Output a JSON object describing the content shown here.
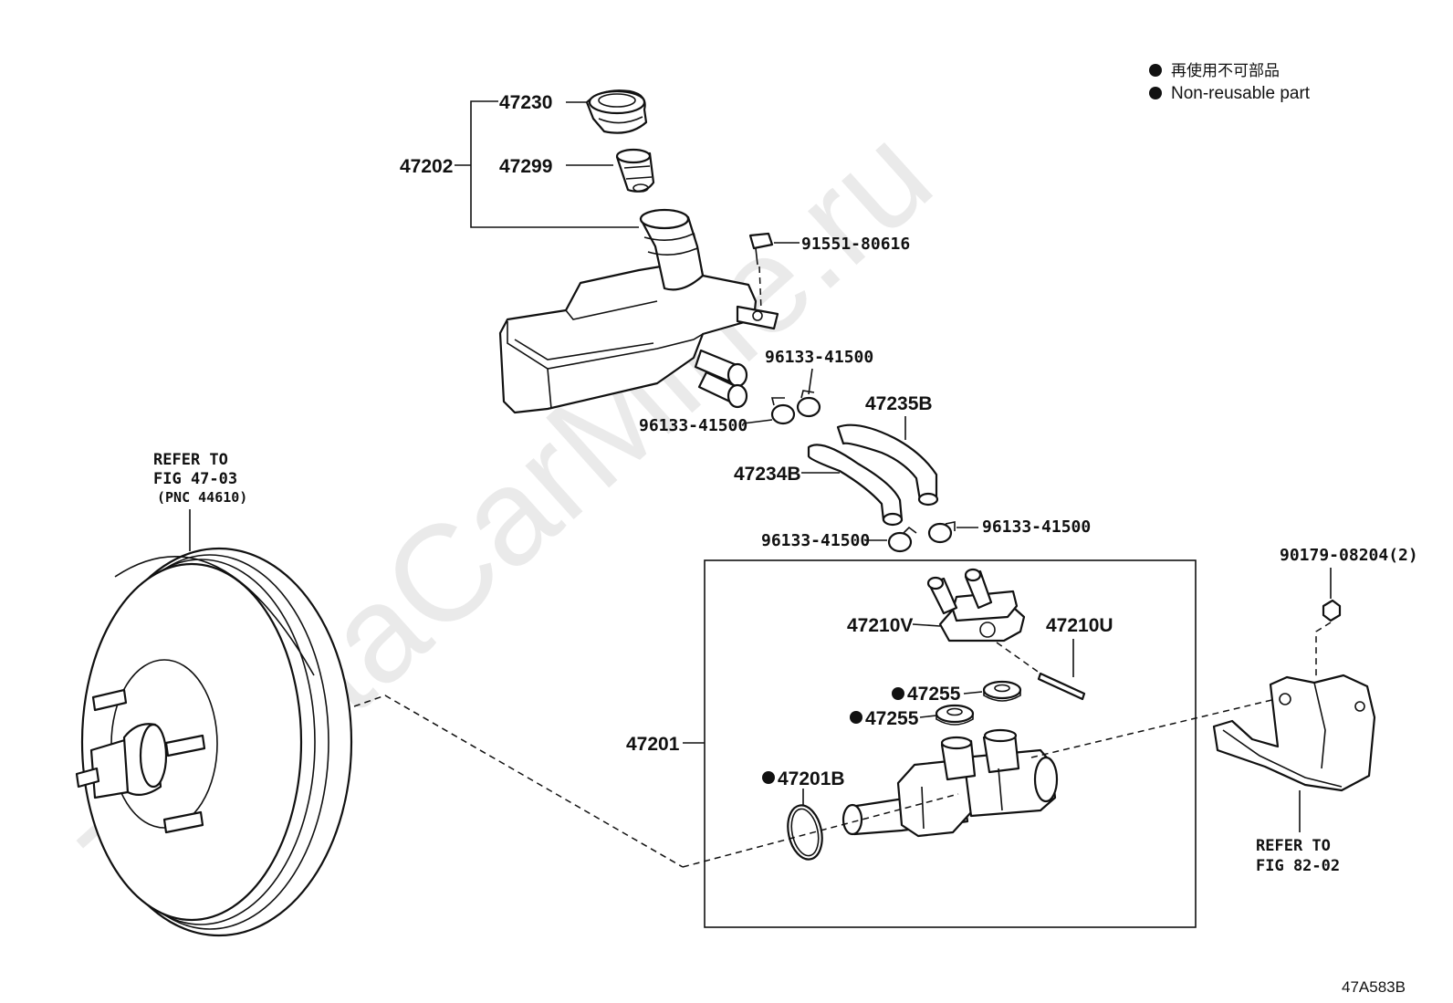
{
  "legend": {
    "jp_text": "再使用不可部品",
    "en_text": "Non-reusable part"
  },
  "watermark": "ToyotaCarMine.ru",
  "diagram_code": "47A583B",
  "references": {
    "booster_ref": [
      "REFER TO",
      "FIG 47-03",
      "(PNC 44610)"
    ],
    "bracket_ref": [
      "REFER TO",
      "FIG 82-02"
    ]
  },
  "parts": {
    "p47230": "47230",
    "p47202": "47202",
    "p47299": "47299",
    "p91551": "91551-80616",
    "p96133_a": "96133-41500",
    "p96133_b": "96133-41500",
    "p47235B": "47235B",
    "p47234B": "47234B",
    "p96133_c": "96133-41500",
    "p96133_d": "96133-41500",
    "p90179": "90179-08204(2)",
    "p47210V": "47210V",
    "p47210U": "47210U",
    "p47255_a": "47255",
    "p47255_b": "47255",
    "p47201": "47201",
    "p47201B": "47201B"
  }
}
